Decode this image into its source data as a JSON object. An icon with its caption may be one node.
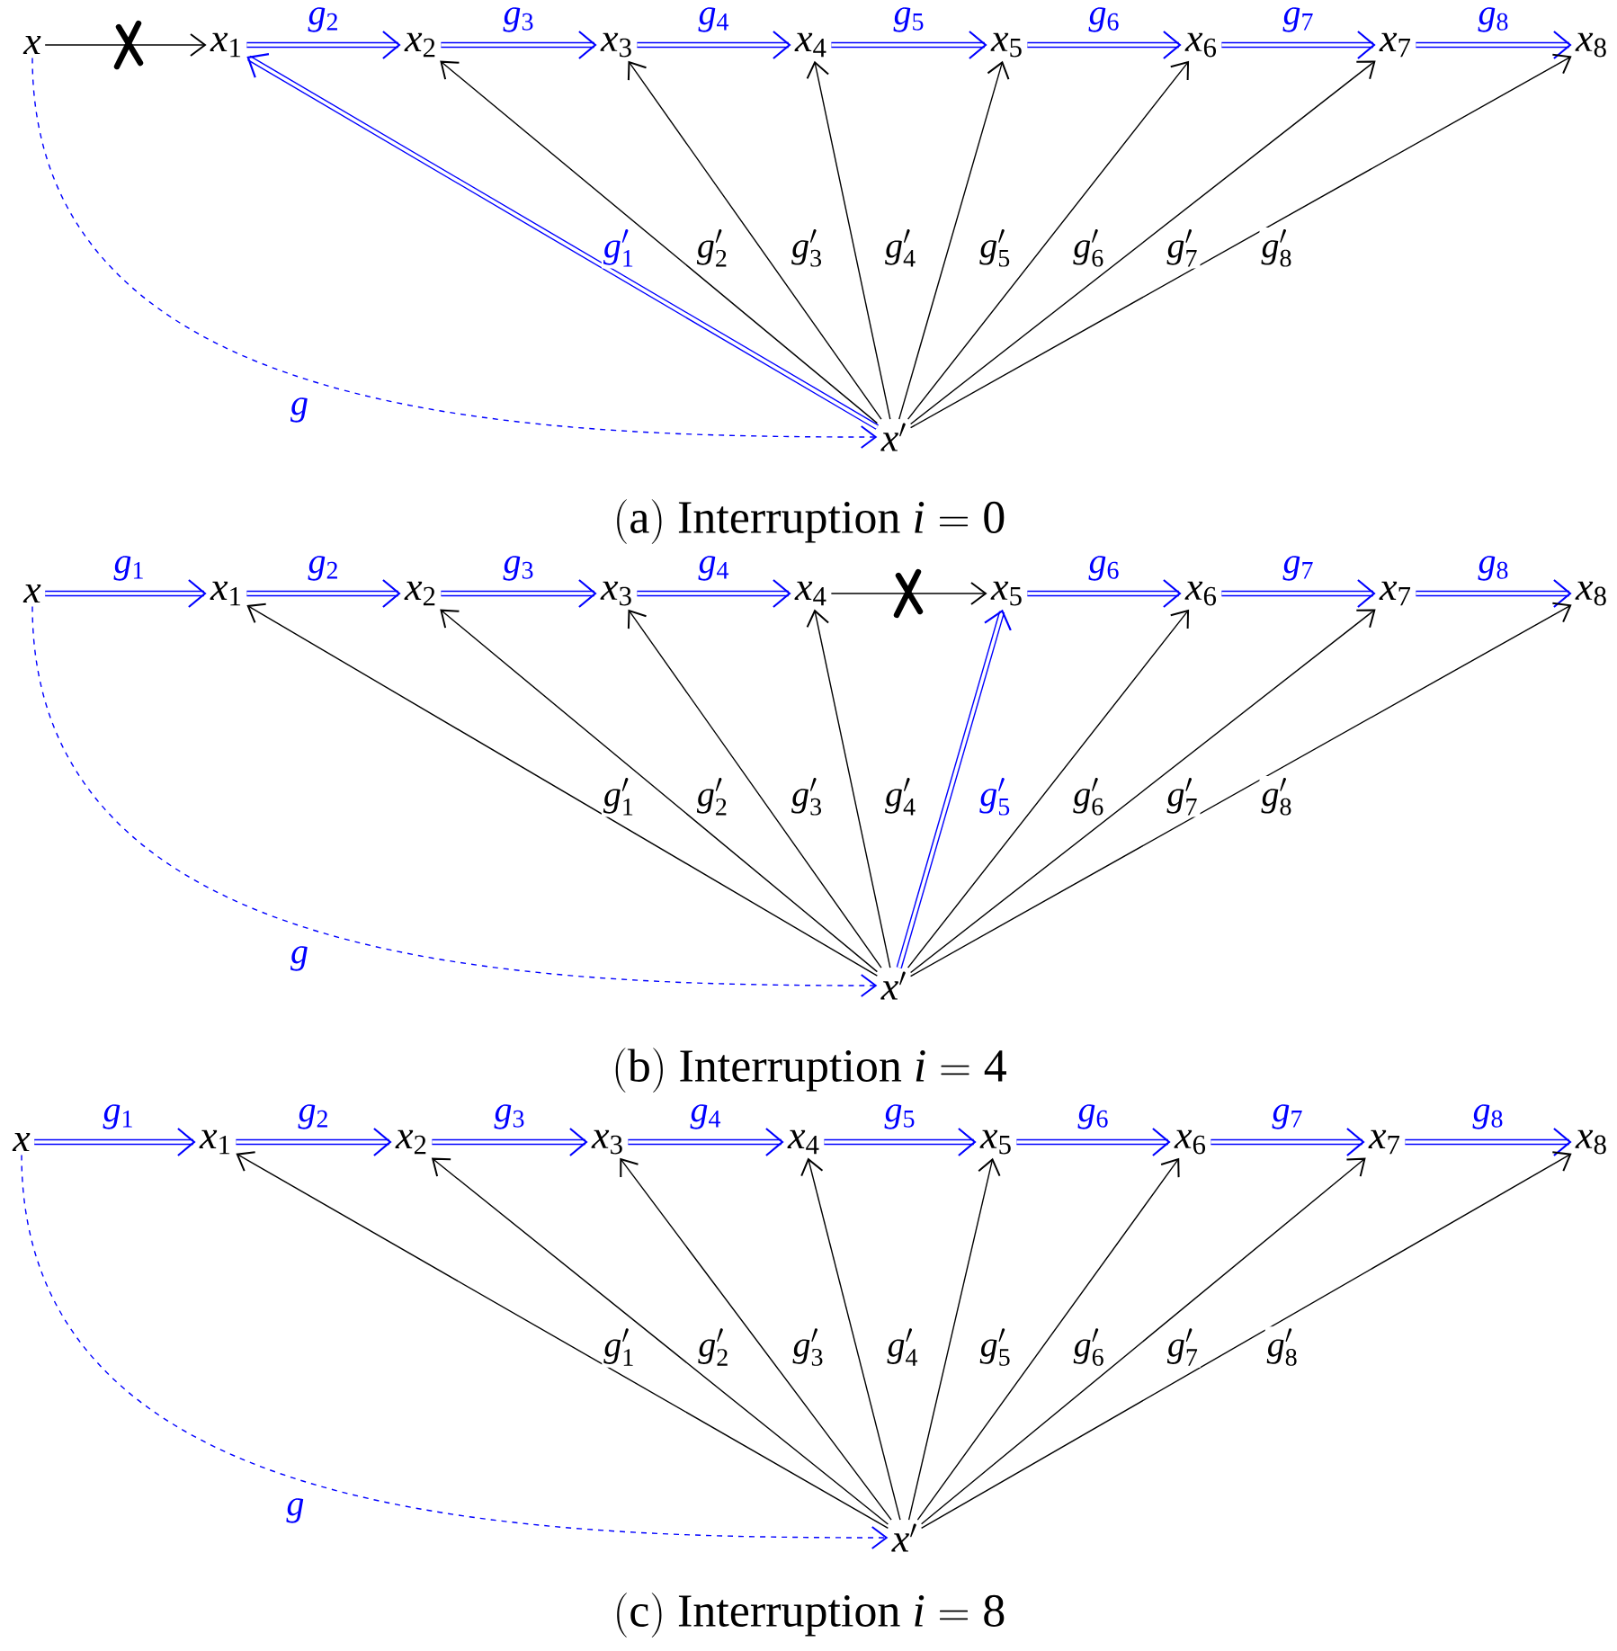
{
  "diagram": {
    "nodes": [
      {
        "text": [
          "x"
        ]
      },
      {
        "text": [
          "x_1"
        ]
      },
      {
        "text": [
          "x_2"
        ]
      },
      {
        "text": [
          "x_3"
        ]
      },
      {
        "text": [
          "x_4"
        ]
      },
      {
        "text": [
          "x_5"
        ]
      },
      {
        "text": [
          "x_6"
        ]
      },
      {
        "text": [
          "x_7"
        ]
      },
      {
        "text": [
          "x_8"
        ]
      },
      {
        "text": [
          "x'"
        ]
      },
      {
        "text": [
          "x"
        ]
      },
      {
        "text": [
          "x_1"
        ]
      },
      {
        "text": [
          "x_2"
        ]
      },
      {
        "text": [
          "x_3"
        ]
      },
      {
        "text": [
          "x_4"
        ]
      },
      {
        "text": [
          "x_5"
        ]
      },
      {
        "text": [
          "x_6"
        ]
      },
      {
        "text": [
          "x_7"
        ]
      },
      {
        "text": [
          "x_8"
        ]
      },
      {
        "text": [
          "x'"
        ]
      },
      {
        "text": [
          "x"
        ]
      },
      {
        "text": [
          "x_1"
        ]
      },
      {
        "text": [
          "x_2"
        ]
      },
      {
        "text": [
          "x_3"
        ]
      },
      {
        "text": [
          "x_4"
        ]
      },
      {
        "text": [
          "x_5"
        ]
      },
      {
        "text": [
          "x_6"
        ]
      },
      {
        "text": [
          "x_7"
        ]
      },
      {
        "text": [
          "x_8"
        ]
      },
      {
        "text": [
          "x'"
        ]
      }
    ],
    "edges": [
      {
        "from": 0,
        "to": 1,
        "arrow": "to",
        "color": "#000000"
      },
      {
        "from": 1,
        "to": 2,
        "arrow": "to",
        "label": "g_2",
        "style": "thick",
        "color": "#0000ff"
      },
      {
        "from": 2,
        "to": 3,
        "arrow": "to",
        "label": "g_3",
        "style": "thick",
        "color": "#0000ff"
      },
      {
        "from": 3,
        "to": 4,
        "arrow": "to",
        "label": "g_4",
        "style": "thick",
        "color": "#0000ff"
      },
      {
        "from": 4,
        "to": 5,
        "arrow": "to",
        "label": "g_5",
        "style": "thick",
        "color": "#0000ff"
      },
      {
        "from": 5,
        "to": 6,
        "arrow": "to",
        "label": "g_6",
        "style": "thick",
        "color": "#0000ff"
      },
      {
        "from": 6,
        "to": 7,
        "arrow": "to",
        "label": "g_7",
        "style": "thick",
        "color": "#0000ff"
      },
      {
        "from": 7,
        "to": 8,
        "arrow": "to",
        "label": "g_8",
        "style": "thick",
        "color": "#0000ff"
      },
      {
        "from": 9,
        "to": 1,
        "arrow": "to",
        "label": "g'_1",
        "style": "thick",
        "color": "#0000ff"
      },
      {
        "from": 9,
        "to": 2,
        "arrow": "to",
        "label": "g'_2",
        "color": "#000000"
      },
      {
        "from": 9,
        "to": 3,
        "arrow": "to",
        "label": "g'_3",
        "color": "#000000"
      },
      {
        "from": 9,
        "to": 4,
        "arrow": "to",
        "label": "g'_4",
        "color": "#000000"
      },
      {
        "from": 9,
        "to": 5,
        "arrow": "to",
        "label": "g'_5",
        "color": "#000000"
      },
      {
        "from": 9,
        "to": 6,
        "arrow": "to",
        "label": "g'_6",
        "color": "#000000"
      },
      {
        "from": 9,
        "to": 7,
        "arrow": "to",
        "label": "g'_7",
        "color": "#000000"
      },
      {
        "from": 9,
        "to": 8,
        "arrow": "to",
        "label": "g'_8",
        "color": "#000000"
      },
      {
        "from": 0,
        "to": 9,
        "arrow": "to",
        "label": "g",
        "style": "dashed",
        "color": "#0000ff"
      },
      {
        "from": 10,
        "to": 11,
        "arrow": "to",
        "label": "g_1",
        "style": "thick",
        "color": "#0000ff"
      },
      {
        "from": 11,
        "to": 12,
        "arrow": "to",
        "label": "g_2",
        "style": "thick",
        "color": "#0000ff"
      },
      {
        "from": 12,
        "to": 13,
        "arrow": "to",
        "label": "g_3",
        "style": "thick",
        "color": "#0000ff"
      },
      {
        "from": 13,
        "to": 14,
        "arrow": "to",
        "label": "g_4",
        "style": "thick",
        "color": "#0000ff"
      },
      {
        "from": 14,
        "to": 15,
        "arrow": "to",
        "color": "#000000"
      },
      {
        "from": 15,
        "to": 16,
        "arrow": "to",
        "label": "g_6",
        "style": "thick",
        "color": "#0000ff"
      },
      {
        "from": 16,
        "to": 17,
        "arrow": "to",
        "label": "g_7",
        "style": "thick",
        "color": "#0000ff"
      },
      {
        "from": 17,
        "to": 18,
        "arrow": "to",
        "label": "g_8",
        "style": "thick",
        "color": "#0000ff"
      },
      {
        "from": 19,
        "to": 11,
        "arrow": "to",
        "label": "g'_1",
        "color": "#000000"
      },
      {
        "from": 19,
        "to": 12,
        "arrow": "to",
        "label": "g'_2",
        "color": "#000000"
      },
      {
        "from": 19,
        "to": 13,
        "arrow": "to",
        "label": "g'_3",
        "color": "#000000"
      },
      {
        "from": 19,
        "to": 14,
        "arrow": "to",
        "label": "g'_4",
        "color": "#000000"
      },
      {
        "from": 19,
        "to": 15,
        "arrow": "to",
        "label": "g'_5",
        "style": "thick",
        "color": "#0000ff"
      },
      {
        "from": 19,
        "to": 16,
        "arrow": "to",
        "label": "g'_6",
        "color": "#000000"
      },
      {
        "from": 19,
        "to": 17,
        "arrow": "to",
        "label": "g'_7",
        "color": "#000000"
      },
      {
        "from": 19,
        "to": 18,
        "arrow": "to",
        "label": "g'_8",
        "color": "#000000"
      },
      {
        "from": 10,
        "to": 19,
        "arrow": "to",
        "label": "g",
        "style": "dashed",
        "color": "#0000ff"
      },
      {
        "from": 20,
        "to": 21,
        "arrow": "to",
        "label": "g_1",
        "style": "thick",
        "color": "#0000ff"
      },
      {
        "from": 21,
        "to": 22,
        "arrow": "to",
        "label": "g_2",
        "style": "thick",
        "color": "#0000ff"
      },
      {
        "from": 22,
        "to": 23,
        "arrow": "to",
        "label": "g_3",
        "style": "thick",
        "color": "#0000ff"
      },
      {
        "from": 23,
        "to": 24,
        "arrow": "to",
        "label": "g_4",
        "style": "thick",
        "color": "#0000ff"
      },
      {
        "from": 24,
        "to": 25,
        "arrow": "to",
        "label": "g_5",
        "style": "thick",
        "color": "#0000ff"
      },
      {
        "from": 25,
        "to": 26,
        "arrow": "to",
        "label": "g_6",
        "style": "thick",
        "color": "#0000ff"
      },
      {
        "from": 26,
        "to": 27,
        "arrow": "to",
        "label": "g_7",
        "style": "thick",
        "color": "#0000ff"
      },
      {
        "from": 27,
        "to": 28,
        "arrow": "to",
        "label": "g_8",
        "style": "thick",
        "color": "#0000ff"
      },
      {
        "from": 29,
        "to": 21,
        "arrow": "to",
        "label": "g'_1",
        "color": "#000000"
      },
      {
        "from": 29,
        "to": 22,
        "arrow": "to",
        "label": "g'_2",
        "color": "#000000"
      },
      {
        "from": 29,
        "to": 23,
        "arrow": "to",
        "label": "g'_3",
        "color": "#000000"
      },
      {
        "from": 29,
        "to": 24,
        "arrow": "to",
        "label": "g'_4",
        "color": "#000000"
      },
      {
        "from": 29,
        "to": 25,
        "arrow": "to",
        "label": "g'_5",
        "color": "#000000"
      },
      {
        "from": 29,
        "to": 26,
        "arrow": "to",
        "label": "g'_6",
        "color": "#000000"
      },
      {
        "from": 29,
        "to": 27,
        "arrow": "to",
        "label": "g'_7",
        "color": "#000000"
      },
      {
        "from": 29,
        "to": 28,
        "arrow": "to",
        "label": "g'_8",
        "color": "#000000"
      },
      {
        "from": 20,
        "to": 29,
        "arrow": "to",
        "label": "g",
        "style": "dashed",
        "color": "#0000ff"
      }
    ],
    "labels": [
      "(\\mathrm{a})\\ \\mathrm{Interruption}\\ i = 0",
      "(\\mathrm{b})\\ \\mathrm{Interruption}\\ i = 4",
      "(\\mathrm{c})\\ \\mathrm{Interruption}\\ i = 8"
    ]
  }
}
